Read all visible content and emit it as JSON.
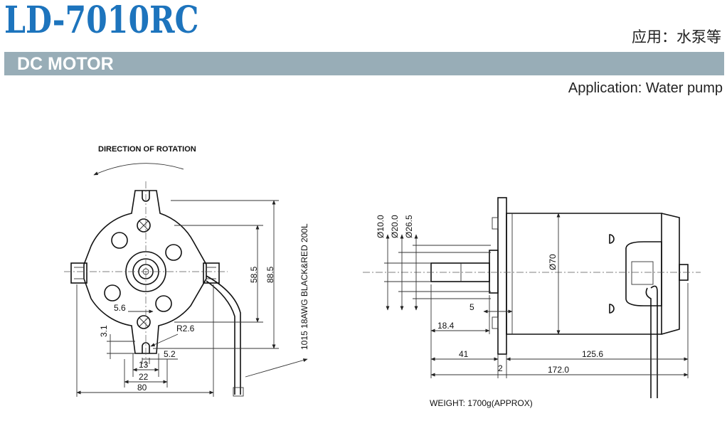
{
  "header": {
    "model": "LD-7010RC",
    "application_cn": "应用：水泵等",
    "category": "DC MOTOR",
    "application_en": "Application: Water pump"
  },
  "front_view": {
    "direction_label": "DIRECTION OF ROTATION",
    "dim_58_5": "58.5",
    "dim_88_5": "88.5",
    "lead_wire": "1015 18AWG BLACK&RED 200L",
    "dim_5_6": "5.6",
    "dim_3_1": "3.1",
    "dim_r2_6": "R2.6",
    "dim_5_2": "5.2",
    "dim_13": "13",
    "dim_22": "22",
    "dim_80": "80"
  },
  "side_view": {
    "dia_10": "Ø10.0",
    "dia_20": "Ø20.0",
    "dia_26_5": "Ø26.5",
    "dia_70": "Ø70",
    "dim_5": "5",
    "dim_18_4": "18.4",
    "dim_41": "41",
    "dim_125_6": "125.6",
    "dim_2": "2",
    "dim_172": "172.0",
    "weight": "WEIGHT: 1700g(APPROX)"
  }
}
